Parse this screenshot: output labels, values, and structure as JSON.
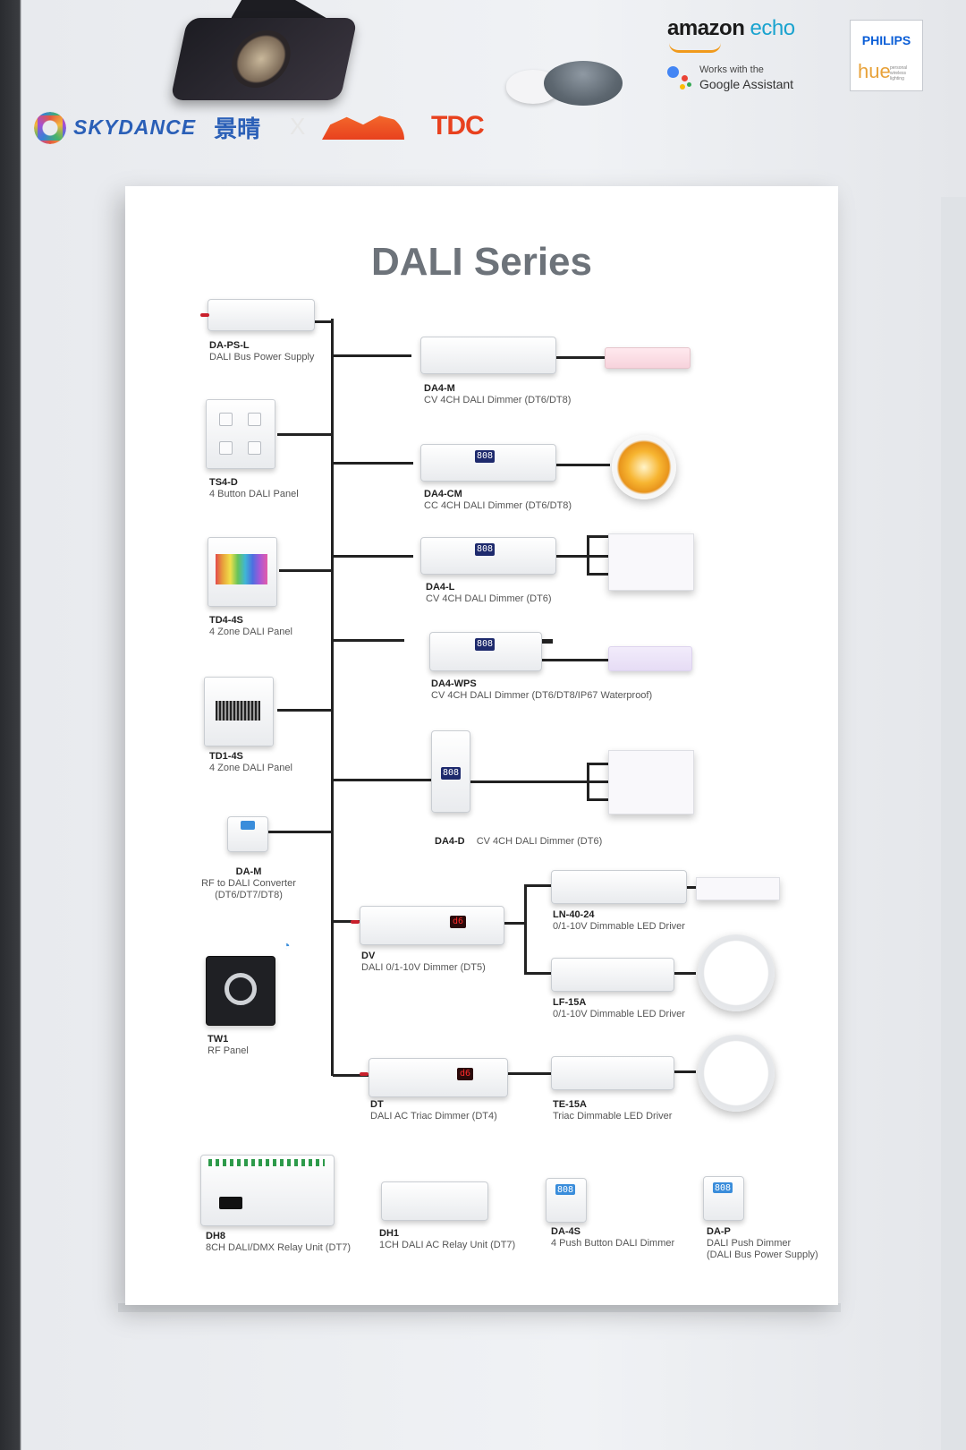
{
  "header": {
    "amazon_brand": "amazon",
    "amazon_product": "echo",
    "google_line1": "Works with the",
    "google_line2": "Google Assistant",
    "philips_brand": "PHILIPS",
    "hue_brand": "hue",
    "hue_sub": "personal wireless lighting",
    "skydance_brand": "SKYDANCE",
    "jingqing_brand": "景晴",
    "x_mark": "X",
    "tdc_brand": "TDC"
  },
  "board": {
    "title": "DALI Series"
  },
  "products": {
    "da_ps_l": {
      "code": "DA-PS-L",
      "desc": "DALI Bus Power Supply"
    },
    "ts4_d": {
      "code": "TS4-D",
      "desc": "4 Button DALI Panel"
    },
    "td4_4s": {
      "code": "TD4-4S",
      "desc": "4 Zone DALI Panel"
    },
    "td1_4s": {
      "code": "TD1-4S",
      "desc": "4 Zone DALI Panel"
    },
    "da_m": {
      "code": "DA-M",
      "desc1": "RF to DALI Converter",
      "desc2": "(DT6/DT7/DT8)"
    },
    "tw1": {
      "code": "TW1",
      "desc": "RF Panel"
    },
    "da4_m": {
      "code": "DA4-M",
      "desc": "CV 4CH DALI Dimmer (DT6/DT8)"
    },
    "da4_cm": {
      "code": "DA4-CM",
      "desc": "CC 4CH DALI Dimmer (DT6/DT8)"
    },
    "da4_l": {
      "code": "DA4-L",
      "desc": "CV 4CH DALI Dimmer (DT6)"
    },
    "da4_wps": {
      "code": "DA4-WPS",
      "desc": "CV 4CH DALI Dimmer (DT6/DT8/IP67 Waterproof)"
    },
    "da4_d": {
      "code": "DA4-D",
      "desc": "CV 4CH DALI Dimmer (DT6)"
    },
    "dv": {
      "code": "DV",
      "desc": "DALI 0/1-10V Dimmer (DT5)"
    },
    "ln_40_24": {
      "code": "LN-40-24",
      "desc": "0/1-10V Dimmable LED Driver"
    },
    "lf_15a": {
      "code": "LF-15A",
      "desc": "0/1-10V Dimmable LED Driver"
    },
    "dt": {
      "code": "DT",
      "desc": "DALI AC Triac Dimmer (DT4)"
    },
    "te_15a": {
      "code": "TE-15A",
      "desc": "Triac Dimmable LED Driver"
    },
    "dh8": {
      "code": "DH8",
      "desc": "8CH DALI/DMX Relay Unit (DT7)"
    },
    "dh1": {
      "code": "DH1",
      "desc": "1CH DALI AC Relay Unit (DT7)"
    },
    "da_4s": {
      "code": "DA-4S",
      "desc": "4 Push Button DALI Dimmer"
    },
    "da_p": {
      "code": "DA-P",
      "desc1": "DALI Push Dimmer",
      "desc2": "(DALI Bus Power Supply)"
    }
  },
  "displays": {
    "da4_cm": "808",
    "da4_l": "808",
    "da4_wps": "808",
    "da4_d": "808",
    "dv": "d6",
    "dt": "d6",
    "da_4s": "808",
    "da_p": "808"
  },
  "colors": {
    "skydance_blue": "#2a5fb7",
    "tdc_orange": "#e8411e",
    "echo_blue": "#1aa3cf",
    "philips_blue": "#0b5ed7",
    "title_gray": "#6d737a",
    "bus_wire": "#222222"
  }
}
